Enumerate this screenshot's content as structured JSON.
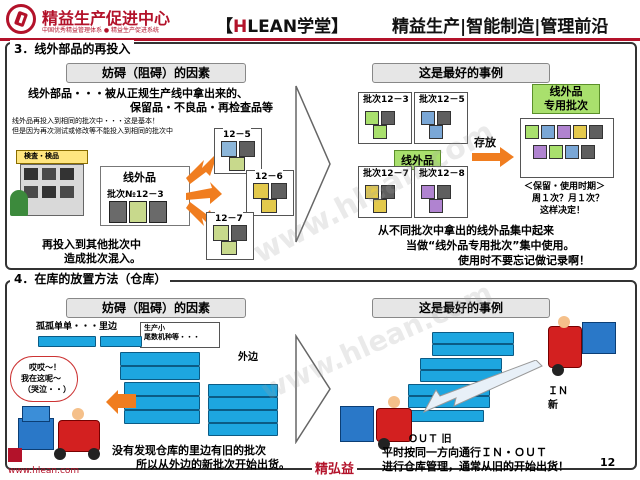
{
  "header": {
    "brand_cn": "精益生产促进中心",
    "brand_sub": "中国优秀精益管理体系 ● 精益生产促进系统",
    "center_title_bracket_open": "【",
    "center_title_h": "H",
    "center_title_lean": "LEAN",
    "center_title_cn": "学堂",
    "center_title_bracket_close": "】",
    "right_title": "精益生产|智能制造|管理前沿"
  },
  "section1": {
    "title": "3．线外部品的再投入",
    "left_pill": "妨碍（阻碍）的因素",
    "right_pill": "这是最好的事例",
    "desc_line1": "线外部品・・・被从正规生产线中拿出来的、",
    "desc_line2": "保留品・不良品・再检查品等",
    "note_line1": "线外品再投入到相同的批次中・・・这是基本！",
    "note_line2": "但是因为再次测试或修改等不能投入到相同的批次中",
    "shelf_label": "検査・検品",
    "lot_box_title": "线外品",
    "lot_box_no": "批次№12－3",
    "lot_tags": [
      "12－5",
      "12－6",
      "12－7"
    ],
    "caption_line1": "再投入到其他批次中",
    "caption_line2": "造成批次混入。",
    "right_lots_top": [
      "批次12－3",
      "批次12－5"
    ],
    "right_lots_bottom": [
      "批次12－7",
      "批次12－8"
    ],
    "center_label": "线外品",
    "store_label": "存放",
    "special_title1": "线外品",
    "special_title2": "专用批次",
    "when_line1": "＜保留・使用时期＞",
    "when_line2": "周１次？月１次？",
    "when_line3": "这样决定！",
    "bottom_line1": "从不同批次中拿出的线外品集中起来",
    "bottom_line2": "当做“线外品专用批次”集中使用。",
    "bottom_line3": "使用时不要忘记做记录啊！"
  },
  "section2": {
    "title": "4．在库的放置方法（仓库）",
    "left_pill": "妨碍（阻碍）的因素",
    "right_pill": "这是最好的事例",
    "isolated_label": "孤孤单单・・・里边",
    "small_label1": "生产小",
    "small_label2": "尾数机种等・・・",
    "outside_label": "外边",
    "bubble_line1": "哎哎～！",
    "bubble_line2": "我在这呢～",
    "bubble_line3": "（哭泣・・）",
    "caption_line1": "没有发现仓库的里边有旧的批次",
    "caption_line2": "所以从外边的新批次开始出货。",
    "in_label": "ＩＮ",
    "new_label": "新",
    "out_label": "ＯＵＴ",
    "old_label": "旧",
    "right_caption_line1": "平时按同一方向通行ＩＮ・ＯＵＴ",
    "right_caption_line2": "进行仓库管理，通常从旧的开始出货！"
  },
  "footer": {
    "url": "www.hlean.com",
    "brand_mark": "精弘益",
    "page_number": "12"
  },
  "watermark": "www.hlean.com",
  "colors": {
    "brand_red": "#b3122a",
    "tray_blue": "#1da6e0",
    "lot_green": "#a9e06d",
    "arrow_orange": "#f07d1f"
  }
}
